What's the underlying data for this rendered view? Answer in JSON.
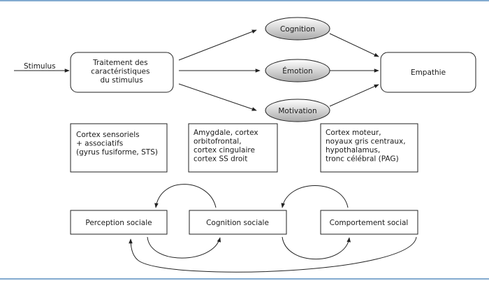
{
  "frame": {
    "rule_color": "#5a8fc0"
  },
  "input": {
    "label": "Stimulus"
  },
  "processing": {
    "lines": [
      "Traitement des",
      "caractéristiques",
      "du stimulus"
    ]
  },
  "routes": {
    "cognition": "Cognition",
    "emotion": "Émotion",
    "motivation": "Motivation"
  },
  "output": {
    "label": "Empathie"
  },
  "substrates": {
    "sensory": [
      "Cortex sensoriels",
      "+ associatifs",
      "(gyrus fusiforme, STS)"
    ],
    "limbic": [
      "Amygdale, cortex",
      "orbitofrontal,",
      "cortex cingulaire",
      "cortex SS droit"
    ],
    "motor": [
      "Cortex moteur,",
      "noyaux gris centraux,",
      "hypothalamus,",
      "tronc célébral (PAG)"
    ]
  },
  "social": {
    "perception": "Perception sociale",
    "cognition": "Cognition sociale",
    "behaviour": "Comportement social"
  },
  "colors": {
    "ellipse_light": "#ffffff",
    "ellipse_dark": "#a9a9a9",
    "stroke": "#222222"
  }
}
